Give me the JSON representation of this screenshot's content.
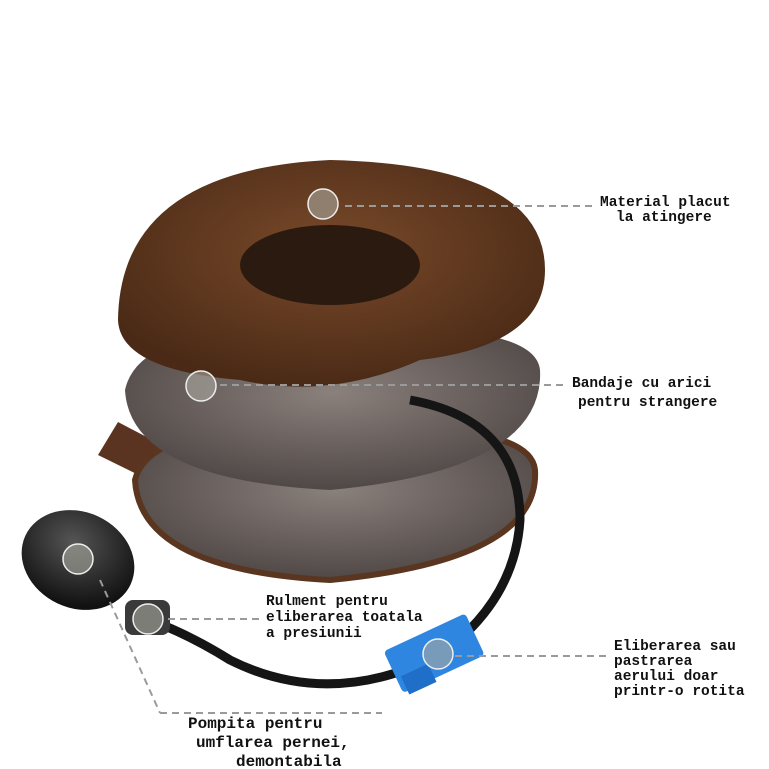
{
  "colors": {
    "brown": "#5a3620",
    "gray": "#6e6460",
    "tube": "#151515",
    "connector": "#2f86e0",
    "callout_line": "#9a9a9a"
  },
  "callouts": [
    {
      "lines": [
        "Material placut",
        "la atingere"
      ]
    },
    {
      "lines": [
        "Bandaje cu arici",
        "pentru strangere"
      ]
    },
    {
      "lines": [
        "Rulment pentru",
        "eliberarea toatala",
        "a presiunii"
      ]
    },
    {
      "lines": [
        "Eliberarea sau",
        "pastrarea",
        "aerului doar",
        "printr-o rotita"
      ]
    },
    {
      "lines": [
        "Pompita pentru",
        "umflarea pernei,",
        "demontabila"
      ]
    }
  ]
}
